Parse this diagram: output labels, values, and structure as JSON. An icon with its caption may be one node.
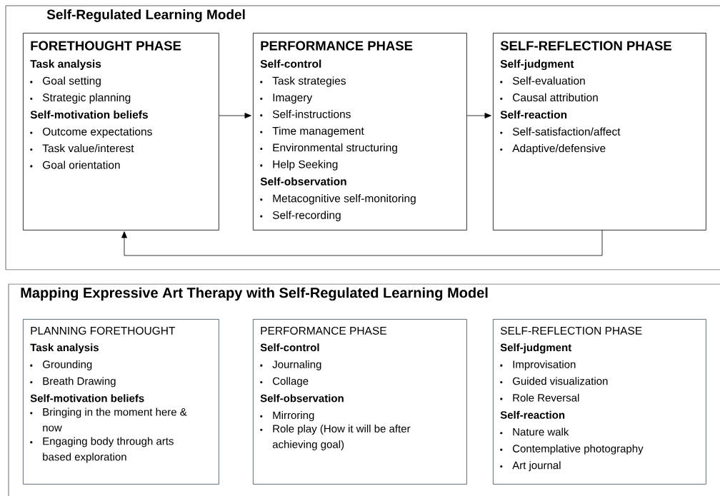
{
  "diagram": {
    "nodes": [
      {
        "text": [
          "Self-Regulated Learning Model"
        ]
      },
      {
        "text": [
          "FORETHOUGHT PHASE",
          "Task analysis",
          "Goal setting",
          "Strategic planning",
          "Self-motivation beliefs",
          "Outcome expectations",
          "Task value/interest",
          "Goal orientation"
        ],
        "in": 0
      },
      {
        "text": [
          "PERFORMANCE PHASE",
          "Self-control",
          "Task strategies",
          "Imagery",
          "Self-instructions",
          "Time management",
          "Environmental structuring",
          "Help Seeking",
          "Self-observation",
          "Metacognitive self-monitoring",
          "Self-recording"
        ],
        "in": 0
      },
      {
        "text": [
          "SELF-REFLECTION PHASE",
          "Self-judgment",
          "Self-evaluation",
          "Causal attribution",
          "Self-reaction",
          "Self-satisfaction/affect",
          "Adaptive/defensive"
        ],
        "in": 0
      },
      {
        "text": [
          "Mapping Expressive Art Therapy with Self-Regulated Learning Model"
        ]
      },
      {
        "text": [
          "PLANNING FORETHOUGHT",
          "Task analysis",
          "Grounding",
          "Breath Drawing",
          "Self-motivation beliefs",
          "Bringing in the moment here & now",
          "Engaging body through arts based exploration"
        ],
        "in": 4
      },
      {
        "text": [
          "PERFORMANCE PHASE",
          "Self-control",
          "Journaling",
          "Collage",
          "Self-observation",
          "Mirroring",
          "Role play (How it will be after achieving goal)"
        ],
        "in": 4
      },
      {
        "text": [
          "SELF-REFLECTION PHASE",
          "Self-judgment",
          "Improvisation",
          "Guided visualization",
          "Role Reversal",
          "Self-reaction",
          "Nature walk",
          "Contemplative photography",
          "Art journal"
        ],
        "in": 4
      }
    ],
    "edges": [
      {
        "from": 1,
        "to": 2,
        "arrow": "to"
      },
      {
        "from": 2,
        "to": 3,
        "arrow": "to"
      },
      {
        "from": 3,
        "to": 1,
        "arrow": "to"
      }
    ]
  }
}
